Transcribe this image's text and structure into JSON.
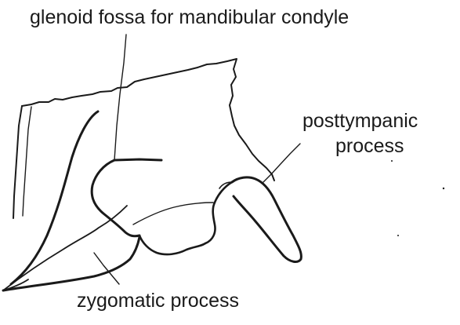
{
  "labels": {
    "glenoid": "glenoid fossa for mandibular condyle",
    "posttympanic_line1": "posttympanic",
    "posttympanic_line2": "process",
    "zygomatic": "zygomatic process"
  },
  "colors": {
    "ink": "#1a1a1a",
    "background": "#ffffff"
  }
}
